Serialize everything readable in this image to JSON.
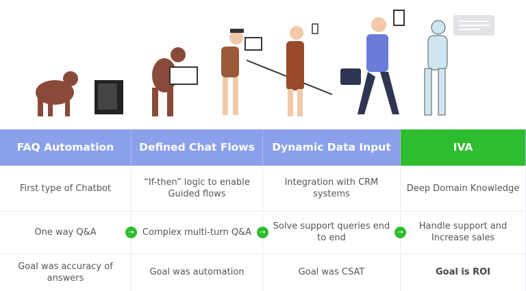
{
  "columns": [
    {
      "title": "FAQ Automation",
      "rows": [
        "First type of Chatbot",
        "One way Q&A",
        "Goal was accuracy of answers"
      ]
    },
    {
      "title": "Defined Chat Flows",
      "rows": [
        "“If-then” logic to enable Guided flows",
        "Complex multi-turn Q&A",
        "Goal was automation"
      ]
    },
    {
      "title": "Dynamic Data Input",
      "rows": [
        "Integration with CRM systems",
        "Solve support queries end to end",
        "Goal was CSAT"
      ]
    },
    {
      "title": "IVA",
      "rows": [
        "Deep Domain Knowledge",
        "Handle support and Increase sales",
        "Goal is ROI"
      ]
    }
  ],
  "colors": {
    "header_blue": "#8aa0ea",
    "header_green": "#2ebd2e",
    "arrow": "#2ebd2e"
  },
  "arrow_icon": "arrow-right-icon"
}
